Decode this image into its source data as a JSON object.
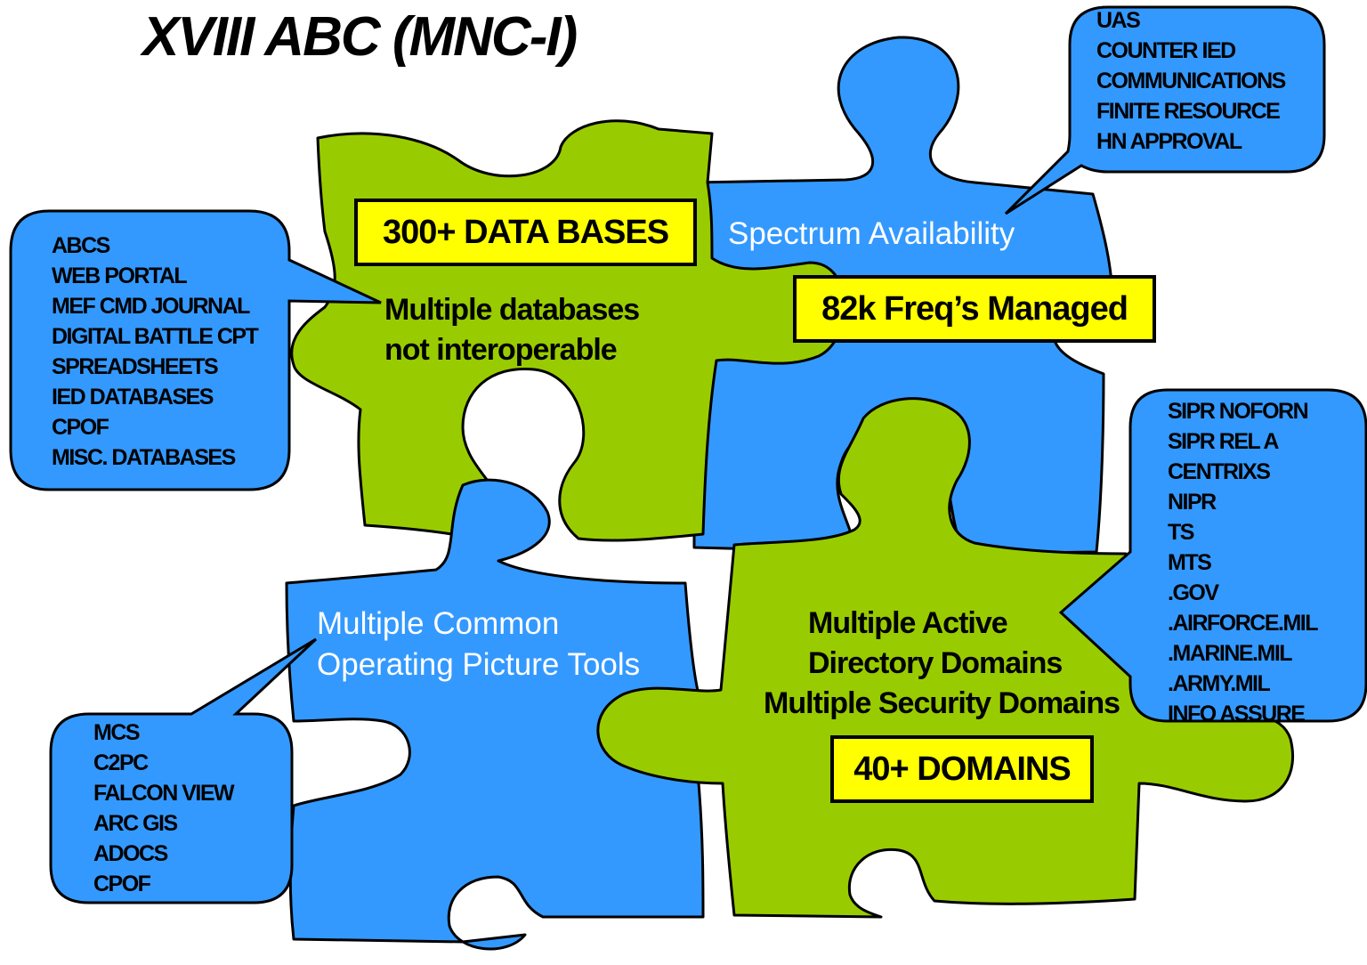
{
  "title": "XVIII ABC (MNC-I)",
  "colors": {
    "puzzle_green": "#99cc00",
    "puzzle_blue": "#3399ff",
    "callout_blue": "#3399ff",
    "highlight_yellow": "#ffff00",
    "outline": "#000000"
  },
  "pieces": {
    "databases": {
      "box_label": "300+ DATA BASES",
      "line1": "Multiple databases",
      "line2": "not interoperable"
    },
    "spectrum": {
      "label": "Spectrum Availability",
      "box_label": "82k Freq’s Managed"
    },
    "cop": {
      "line1": "Multiple Common",
      "line2": "Operating Picture Tools"
    },
    "domains": {
      "line1": "Multiple Active",
      "line2": "Directory Domains",
      "line3": "Multiple Security Domains",
      "box_label": "40+ DOMAINS"
    }
  },
  "callouts": {
    "databases": [
      "ABCS",
      "WEB PORTAL",
      "MEF CMD JOURNAL",
      "DIGITAL BATTLE CPT",
      "SPREADSHEETS",
      "IED DATABASES",
      "CPOF",
      "MISC.  DATABASES"
    ],
    "spectrum": [
      "UAS",
      "COUNTER IED",
      "COMMUNICATIONS",
      "FINITE RESOURCE",
      "HN APPROVAL"
    ],
    "cop": [
      "MCS",
      "C2PC",
      "FALCON VIEW",
      "ARC GIS",
      "ADOCS",
      "CPOF"
    ],
    "domains": [
      "SIPR NOFORN",
      "SIPR REL A",
      "CENTRIXS",
      "NIPR",
      "TS",
      "MTS",
      ".GOV",
      ".AIRFORCE.MIL",
      ".MARINE.MIL",
      ".ARMY.MIL",
      "INFO ASSURE"
    ]
  }
}
